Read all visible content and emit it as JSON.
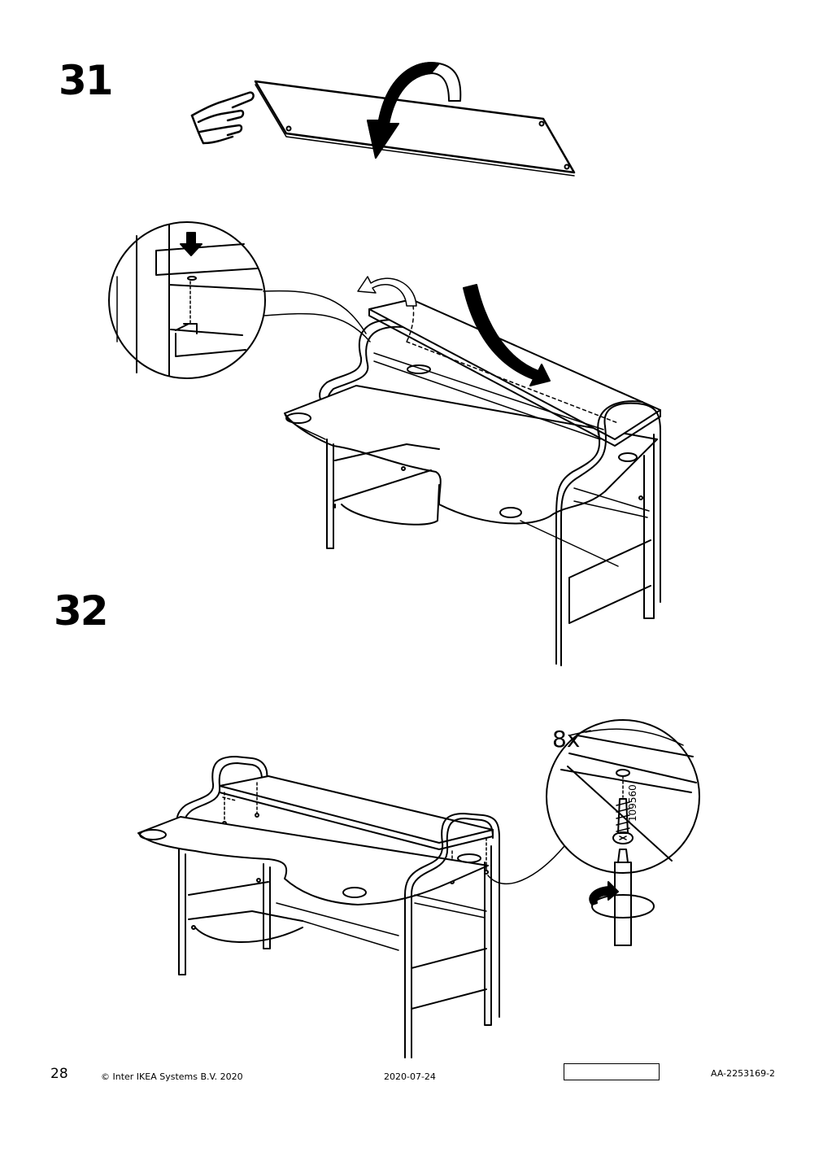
{
  "steps": [
    {
      "number": "31"
    },
    {
      "number": "32"
    }
  ],
  "step32_detail": {
    "quantity": "8x",
    "article_number": "109560"
  },
  "icons": [
    "pointing-hand-icon",
    "rotate-arrow-icon",
    "down-arrow-icon",
    "screwdriver-icon",
    "screw-icon"
  ],
  "footer": {
    "page_number": "28",
    "copyright": "© Inter IKEA Systems B.V. 2020",
    "date": "2020-07-24",
    "doc_code": "AA-2253169-2"
  }
}
